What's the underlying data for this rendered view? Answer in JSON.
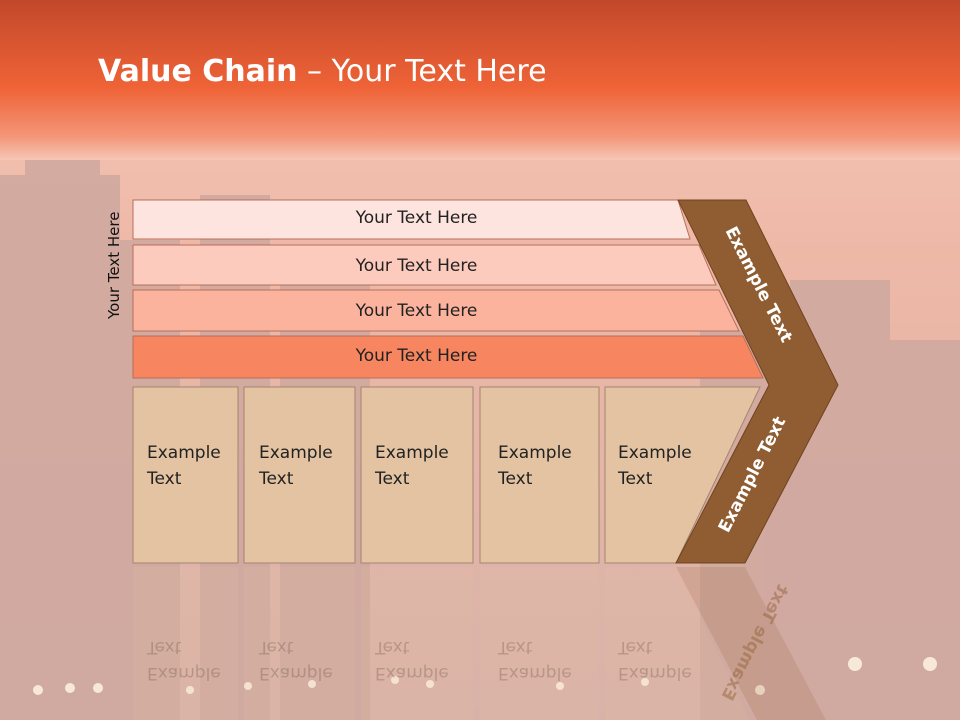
{
  "slide": {
    "title_bold": "Value Chain",
    "title_rest": " – Your Text Here",
    "vertical_label": "Your Text Here"
  },
  "rows": [
    "Your Text Here",
    "Your Text Here",
    "Your Text Here",
    "Your Text Here"
  ],
  "boxes": [
    "Example\nText",
    "Example\nText",
    "Example\nText",
    "Example\nText",
    "Example\nText"
  ],
  "arrow": {
    "upper_label": "Example Text",
    "lower_label": "Example Text"
  },
  "colors": {
    "header": "#f06a3e",
    "row_fills": [
      "#fde4df",
      "#fccbbd",
      "#fbb39e",
      "#f7855f"
    ],
    "box_fill": "#e3c3a2",
    "arrow_fill": "#8f5d31"
  }
}
